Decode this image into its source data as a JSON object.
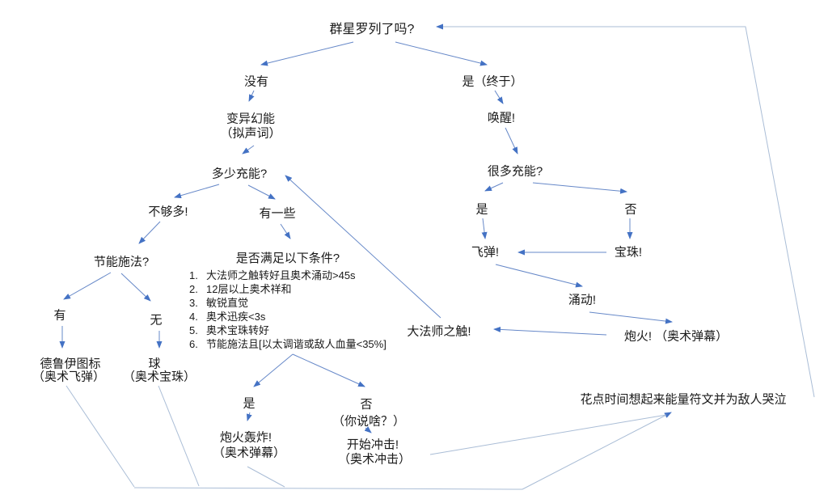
{
  "colors": {
    "background": "#ffffff",
    "text": "#1a1a1a",
    "line": "#6688c8",
    "line_light": "#aabdd6",
    "arrow": "#4472c4"
  },
  "nodes": {
    "start": "群星罗列了吗?",
    "no_branch": "没有",
    "yes_branch": "是（终于）",
    "evocation": "变异幻能",
    "evocation_sub": "（拟声词）",
    "how_many_charges": "多少充能?",
    "awaken": "唤醒!",
    "many_charges": "很多充能?",
    "many_yes": "是",
    "many_no": "否",
    "missiles": "飞弹!",
    "orb": "宝珠!",
    "surge": "涌动!",
    "barrage": "炮火! （奥术弹幕）",
    "not_enough": "不够多!",
    "some": "有一些",
    "conserve_cast": "节能施法?",
    "have": "有",
    "none": "无",
    "druid_icon": "德鲁伊图标",
    "druid_icon_sub": "（奥术飞弹）",
    "ball": "球",
    "ball_sub": "（奥术宝珠）",
    "arch_touch": "大法师之触!",
    "cond_yes": "是",
    "cond_no": "否",
    "cond_no_sub": "（你说啥？）",
    "bombard": "炮火轰炸!",
    "bombard_sub": "（奥术弹幕）",
    "charge_up": "开始冲击!",
    "charge_up_sub": "（奥术冲击）",
    "runes": "花点时间想起来能量符文并为敌人哭泣"
  },
  "conditions": {
    "title": "是否满足以下条件?",
    "items": [
      {
        "num": "1.",
        "text": "大法师之触转好且奥术涌动>45s"
      },
      {
        "num": "2.",
        "text": "12层以上奥术祥和"
      },
      {
        "num": "3.",
        "text": "敏锐直觉"
      },
      {
        "num": "4.",
        "text": "奥术迅疾<3s"
      },
      {
        "num": "5.",
        "text": "奥术宝珠转好"
      },
      {
        "num": "6.",
        "text": "节能施法且[以太调谐或敌人血量<35%]"
      }
    ]
  }
}
